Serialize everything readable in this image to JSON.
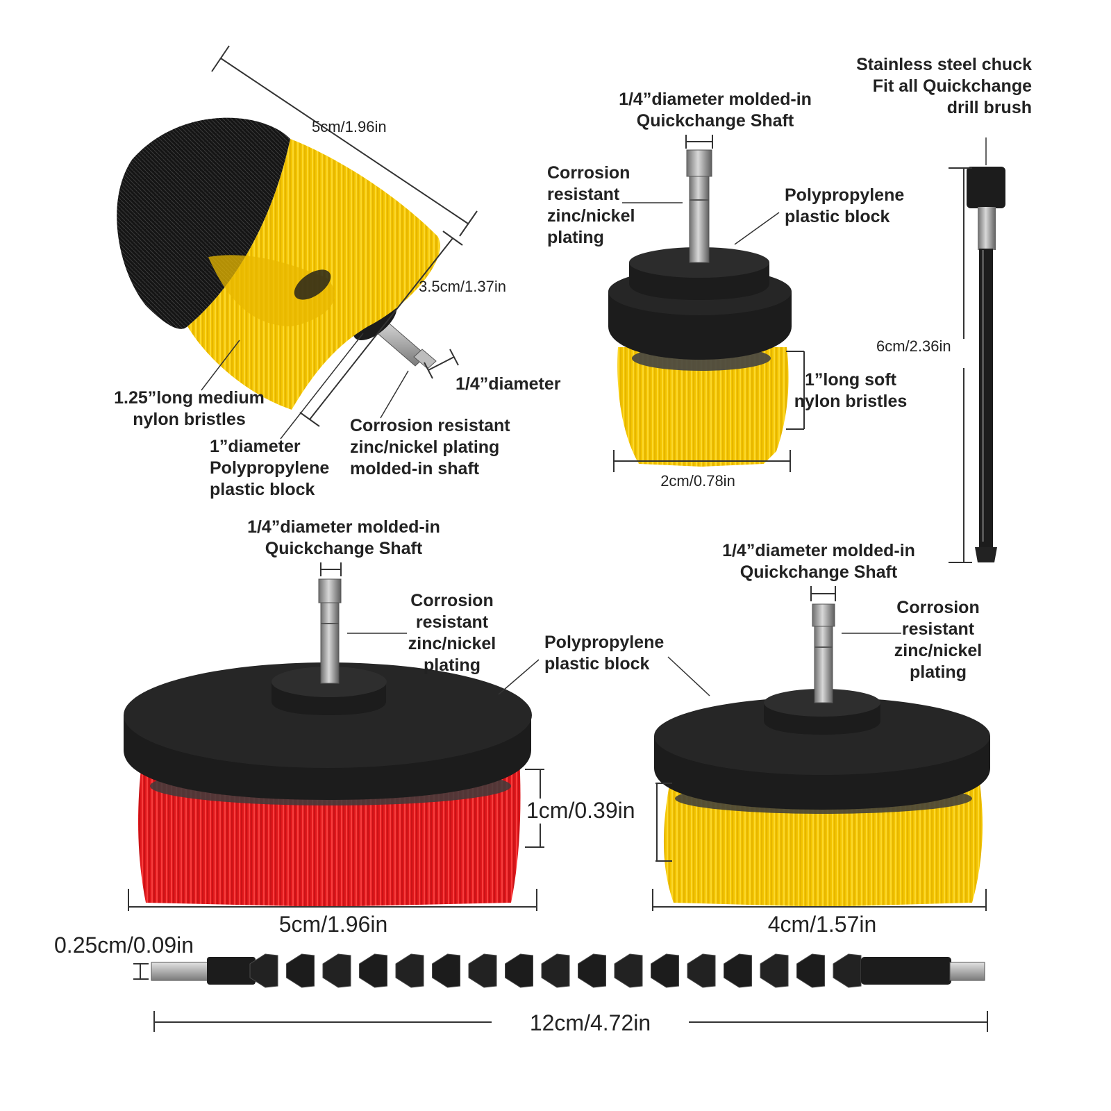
{
  "colors": {
    "background": "#ffffff",
    "text": "#222222",
    "yellow_bristles": "#f3c400",
    "red_bristles": "#e0181c",
    "black_plastic": "#1c1c1c",
    "steel": "#9a9a9a"
  },
  "labels": {
    "chuck": "Stainless steel chuck\nFit all Quickchange\ndrill brush",
    "tr_shaft": "1/4”diameter molded-in\nQuickchange Shaft",
    "tr_corrosion": "Corrosion\nresistant\nzinc/nickel\nplating",
    "tr_block": "Polypropylene\nplastic block",
    "tr_bristles": "1”long soft\nnylon bristles",
    "tr_width": "2cm/0.78in",
    "ext_length": "6cm/2.36in",
    "tl_width": "5cm/1.96in",
    "tl_block_dim": "3.5cm/1.37in",
    "tl_shaft_dim": "1/4”diameter",
    "tl_bristles": "1.25”long medium\nnylon bristles",
    "tl_block": "1”diameter\nPolypropylene\nplastic block",
    "tl_corrosion": "Corrosion resistant\nzinc/nickel plating\nmolded-in shaft",
    "bl_shaft": "1/4”diameter molded-in\nQuickchange Shaft",
    "bl_corrosion": "Corrosion\nresistant\nzinc/nickel\nplating",
    "bl_block": "Polypropylene\nplastic block",
    "bl_height": "1cm/0.39in",
    "bl_width": "5cm/1.96in",
    "br_shaft": "1/4”diameter molded-in\nQuickchange Shaft",
    "br_corrosion": "Corrosion\nresistant\nzinc/nickel\nplating",
    "br_width": "4cm/1.57in",
    "flex_tip": "0.25cm/0.09in",
    "flex_length": "12cm/4.72in"
  }
}
